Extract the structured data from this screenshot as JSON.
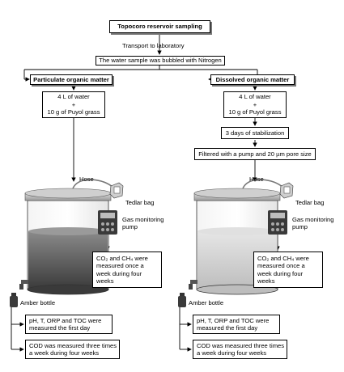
{
  "top": {
    "sampling": "Topocoro reservoir sampling",
    "transport": "Transport to laboratory",
    "bubbled": "The water sample was bubbled with Nitrogen"
  },
  "left": {
    "heading": "Particulate organic matter",
    "mix_line1": "4 L of water",
    "mix_plus": "+",
    "mix_line2": "10 g of Puyol grass",
    "hose": "Hose",
    "tedlar": "Tedlar bag",
    "gas": "Gas monitoring\npump",
    "co2_ch4": "CO₂ and CH₄ were\nmeasured once a\nweek during four\nweeks",
    "amber": "Amber bottle",
    "ph": "pH, T, ORP and TOC were\nmeasured the first day",
    "cod": "COD was measured three times\na week during four weeks"
  },
  "right": {
    "heading": "Dissolved organic matter",
    "mix_line1": "4 L of water",
    "mix_plus": "+",
    "mix_line2": "10 g of Puyol grass",
    "stabilization": "3 days of stabilization",
    "filtered": "Filtered with a pump and 20 µm pore size",
    "hose": "Hose",
    "tedlar": "Tedlar bag",
    "gas": "Gas monitoring\npump",
    "co2_ch4": "CO₂ and CH₄ were\nmeasured once a\nweek during four\nweeks",
    "amber": "Amber bottle",
    "ph": "pH, T, ORP and TOC were\nmeasured the first day",
    "cod": "COD was measured three times\na week during four weeks"
  }
}
